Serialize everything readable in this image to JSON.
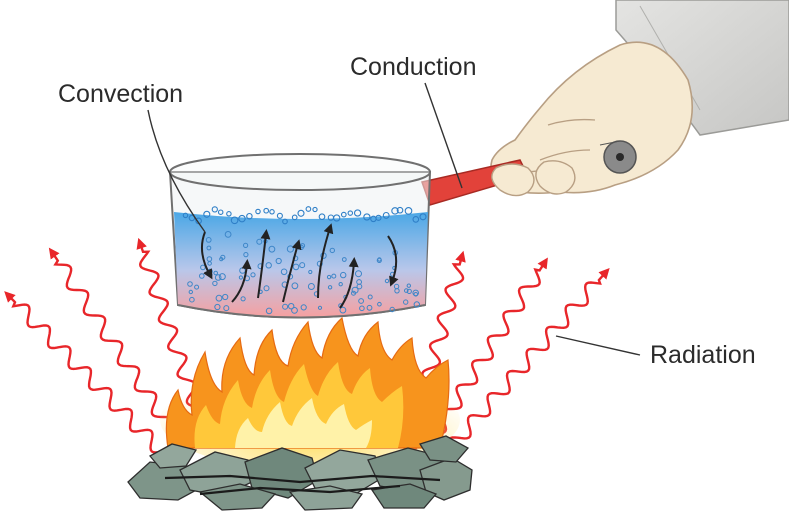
{
  "labels": {
    "convection": "Convection",
    "conduction": "Conduction",
    "radiation": "Radiation"
  },
  "colors": {
    "radiation_wave": "#e8262a",
    "water_top": "#5fb3e8",
    "water_bottom": "#f3a2a2",
    "pan_handle": "#e2423a",
    "flame_outer": "#f7941d",
    "flame_inner": "#ffd23c",
    "coal": "#7e9589",
    "sleeve": "#d4d4d2",
    "hand": "#f6ead2"
  },
  "icons": {
    "radiation": "wavy-arrow-icon",
    "convection": "curved-arrow-icon",
    "heat_source": "flame-icon"
  }
}
